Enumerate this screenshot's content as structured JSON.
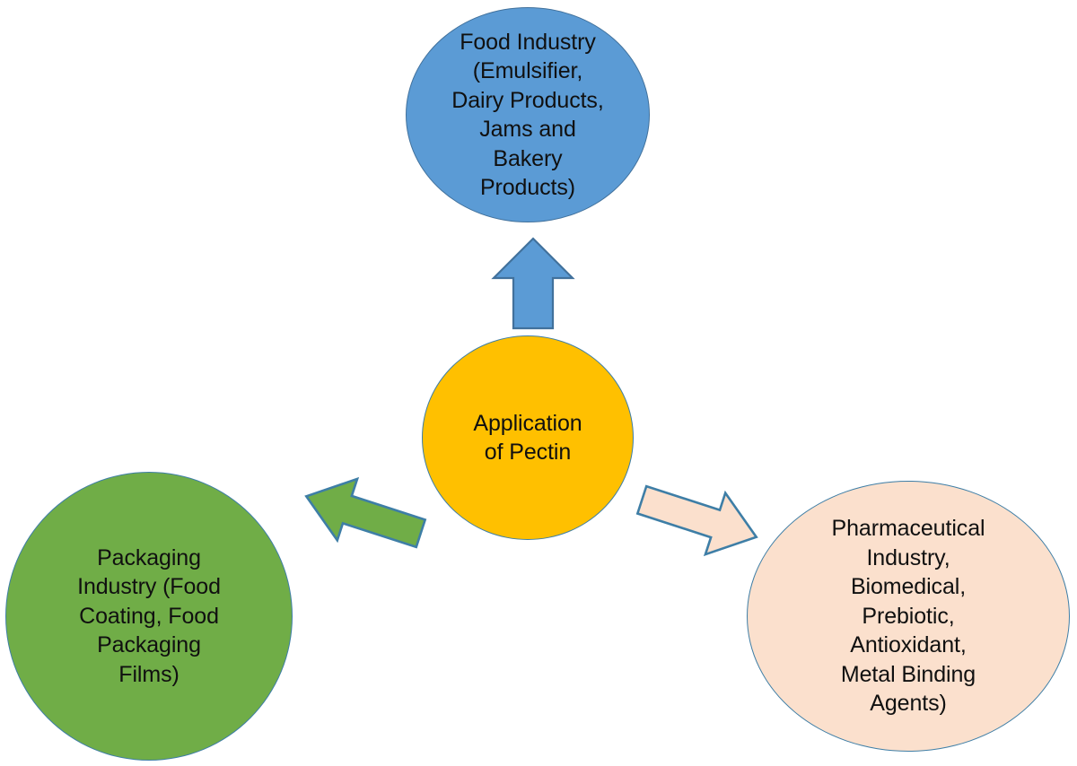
{
  "diagram": {
    "title": "Application of Pectin",
    "center": {
      "id": "center",
      "label": "Application\nof Pectin",
      "shape": "circle",
      "fill": "#FFC000",
      "stroke": "#3E7EA6"
    },
    "branches": [
      {
        "id": "food",
        "label": "Food Industry\n(Emulsifier,\nDairy Products,\nJams and\nBakery\nProducts)",
        "shape": "circle",
        "fill": "#5B9BD5",
        "stroke": "#41719C",
        "direction": "up"
      },
      {
        "id": "packaging",
        "label": "Packaging\nIndustry (Food\nCoating,  Food\nPackaging\nFilms)",
        "shape": "circle",
        "fill": "#70AD47",
        "stroke": "#3E7EA6",
        "direction": "left"
      },
      {
        "id": "pharma",
        "label": "Pharmaceutical\nIndustry,\nBiomedical,\nPrebiotic,\nAntioxidant,\nMetal Binding\nAgents)",
        "shape": "ellipse",
        "fill": "#FBE0CD",
        "stroke": "#3E7EA6",
        "direction": "right"
      }
    ],
    "arrows": [
      {
        "id": "arrow-up",
        "points_to": "food",
        "fill": "#5B9BD5",
        "stroke": "#41719C"
      },
      {
        "id": "arrow-left",
        "points_to": "packaging",
        "fill": "#70AD47",
        "stroke": "#3E7EA6"
      },
      {
        "id": "arrow-right",
        "points_to": "pharma",
        "fill": "#FBE0CD",
        "stroke": "#3E7EA6"
      }
    ]
  }
}
